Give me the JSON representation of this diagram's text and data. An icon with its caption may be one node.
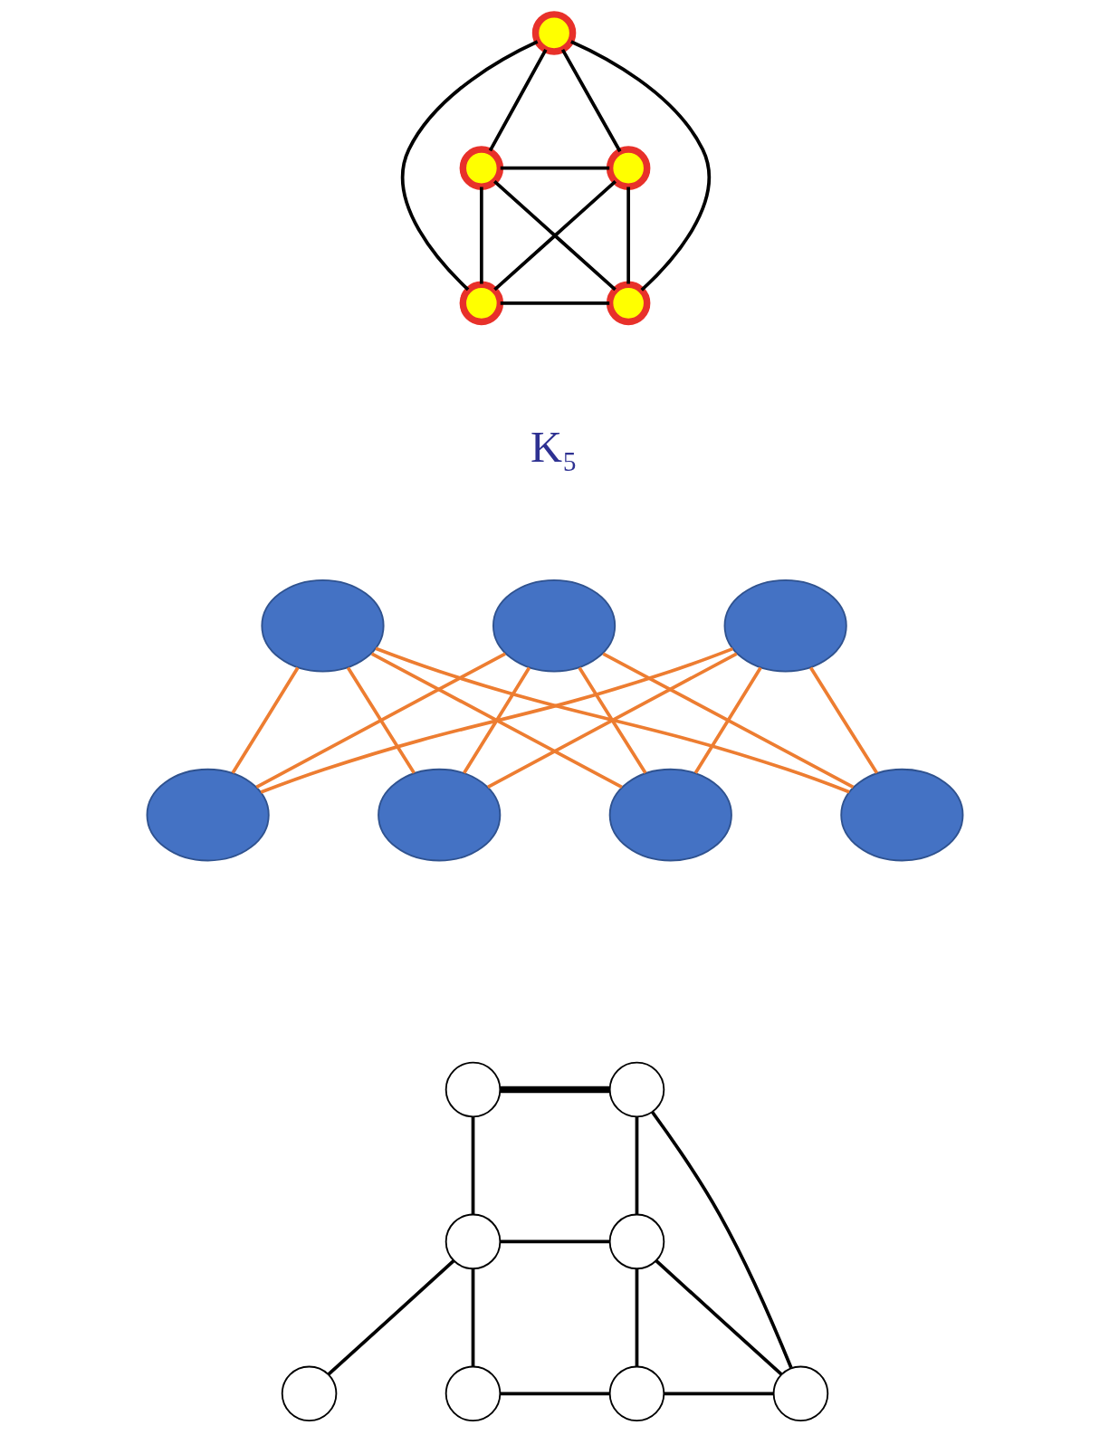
{
  "diagram": {
    "nodes": [
      {
        "text": [],
        "shape": "circle"
      },
      {
        "text": [],
        "shape": "circle"
      },
      {
        "text": [],
        "shape": "circle"
      },
      {
        "text": [],
        "shape": "circle"
      },
      {
        "text": [],
        "shape": "circle"
      },
      {
        "text": [],
        "shape": "circle"
      },
      {
        "text": [],
        "shape": "circle"
      },
      {
        "text": [],
        "shape": "circle"
      },
      {
        "text": [],
        "shape": "circle"
      },
      {
        "text": [],
        "shape": "circle"
      },
      {
        "text": [],
        "shape": "circle"
      },
      {
        "text": [],
        "shape": "circle"
      },
      {
        "text": [],
        "shape": "circle"
      },
      {
        "text": [],
        "shape": "circle"
      },
      {
        "text": [],
        "shape": "circle"
      },
      {
        "text": [],
        "shape": "circle"
      },
      {
        "text": [],
        "shape": "circle"
      },
      {
        "text": [],
        "shape": "circle"
      },
      {
        "text": [],
        "shape": "circle"
      },
      {
        "text": [],
        "shape": "circle"
      }
    ],
    "edges": [
      {
        "from": 0,
        "to": 1,
        "arrow": "none"
      },
      {
        "from": 0,
        "to": 2,
        "arrow": "none"
      },
      {
        "from": 0,
        "to": 3,
        "arrow": "none"
      },
      {
        "from": 0,
        "to": 4,
        "arrow": "none"
      },
      {
        "from": 1,
        "to": 2,
        "arrow": "none"
      },
      {
        "from": 1,
        "to": 3,
        "arrow": "none"
      },
      {
        "from": 1,
        "to": 4,
        "arrow": "none"
      },
      {
        "from": 2,
        "to": 3,
        "arrow": "none"
      },
      {
        "from": 2,
        "to": 4,
        "arrow": "none"
      },
      {
        "from": 3,
        "to": 4,
        "arrow": "none"
      },
      {
        "from": 5,
        "to": 8,
        "arrow": "none",
        "color": "#ed7d31"
      },
      {
        "from": 5,
        "to": 9,
        "arrow": "none",
        "color": "#ed7d31"
      },
      {
        "from": 5,
        "to": 10,
        "arrow": "none",
        "color": "#ed7d31"
      },
      {
        "from": 5,
        "to": 11,
        "arrow": "none",
        "color": "#ed7d31"
      },
      {
        "from": 6,
        "to": 8,
        "arrow": "none",
        "color": "#ed7d31"
      },
      {
        "from": 6,
        "to": 9,
        "arrow": "none",
        "color": "#ed7d31"
      },
      {
        "from": 6,
        "to": 10,
        "arrow": "none",
        "color": "#ed7d31"
      },
      {
        "from": 6,
        "to": 11,
        "arrow": "none",
        "color": "#ed7d31"
      },
      {
        "from": 7,
        "to": 8,
        "arrow": "none",
        "color": "#ed7d31"
      },
      {
        "from": 7,
        "to": 9,
        "arrow": "none",
        "color": "#ed7d31"
      },
      {
        "from": 7,
        "to": 10,
        "arrow": "none",
        "color": "#ed7d31"
      },
      {
        "from": 7,
        "to": 11,
        "arrow": "none",
        "color": "#ed7d31"
      },
      {
        "from": 12,
        "to": 13,
        "arrow": "none",
        "style": "thick"
      },
      {
        "from": 12,
        "to": 14,
        "arrow": "none"
      },
      {
        "from": 13,
        "to": 15,
        "arrow": "none"
      },
      {
        "from": 13,
        "to": 19,
        "arrow": "none"
      },
      {
        "from": 14,
        "to": 15,
        "arrow": "none"
      },
      {
        "from": 14,
        "to": 16,
        "arrow": "none"
      },
      {
        "from": 14,
        "to": 17,
        "arrow": "none"
      },
      {
        "from": 15,
        "to": 18,
        "arrow": "none"
      },
      {
        "from": 15,
        "to": 19,
        "arrow": "none"
      },
      {
        "from": 17,
        "to": 18,
        "arrow": "none"
      },
      {
        "from": 18,
        "to": 19,
        "arrow": "none"
      }
    ],
    "labels": [
      "K₅"
    ]
  }
}
